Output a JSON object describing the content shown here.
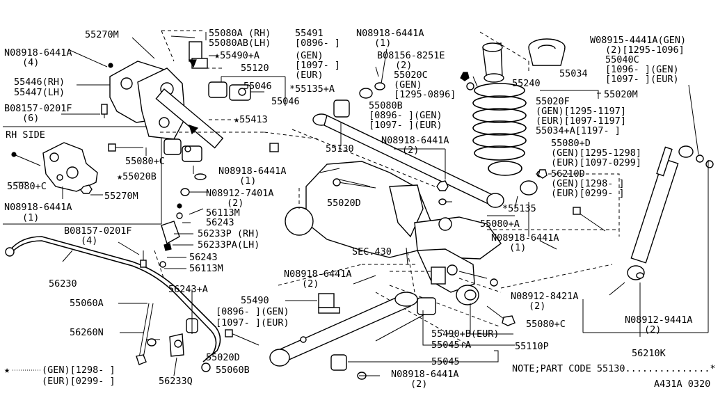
{
  "diagram_id": "A431A 0320",
  "side_box_title": "RH SIDE",
  "note": "NOTE;PART CODE 55130...............*",
  "star_note": {
    "star": "★",
    "line1": "(GEN)[1298-   ]",
    "line2": "(EUR)[0299-   ]"
  },
  "labels": {
    "p55270M_top": "55270M",
    "n08918_a": "N08918-6441A",
    "n08918_a_qty": "(4)",
    "p55446": "55446(RH)",
    "p55447": "55447(LH)",
    "b08157_a": "B08157-0201F",
    "b08157_a_qty": "(6)",
    "p55080c_box": "55080+C",
    "p55270M_box": "55270M",
    "n08918_box": "N08918-6441A",
    "n08918_box_qty": "(1)",
    "p55080a": "55080A (RH)",
    "p55080ab": "55080AB(LH)",
    "p55490a": "★55490+A",
    "p55120": "55120",
    "p55046_a": "55046",
    "p55046_b": "55046",
    "p55413": "★55413",
    "p55080c_mid": "55080+C",
    "p55020b": "★55020B",
    "p55491": "55491",
    "p55491_d1": "[0896-    ]",
    "p55491_d2": "(GEN)",
    "p55491_d3": "[1097-    ]",
    "p55491_d4": "(EUR)",
    "p55135a": "*55135+A",
    "n08918_b": "N08918-6441A",
    "n08918_b_qty": "(1)",
    "b08156": "B08156-8251E",
    "b08156_qty": "(2)",
    "p55020c": "55020C",
    "p55020c_d1": "(GEN)",
    "p55020c_d2": "[1295-0896]",
    "p55080b": "55080B",
    "p55080b_d1": "[0896-    ](GEN)",
    "p55080b_d2": "[1097-    ](EUR)",
    "p55240": "55240",
    "p55034": "55034",
    "w08915": "W08915-4441A(GEN)",
    "w08915_d1": "(2)[1295-1096]",
    "p55040c": "55040C",
    "p55040c_d1": "[1096-    ](GEN)",
    "p55040c_d2": "[1097-    ](EUR)",
    "p55020m": "55020M",
    "p55020f": "55020F",
    "p55020f_d1": "(GEN)[1295-1197]",
    "p55020f_d2": "(EUR)[1097-1197]",
    "p55034a": "55034+A[1197-   ]",
    "p55080d": "55080+D",
    "p55080d_d1": "(GEN)[1295-1298]",
    "p55080d_d2": "(EUR)[1097-0299]",
    "p56210d": "56210D",
    "p56210d_d1": "(GEN)[1298-    ]",
    "p56210d_d2": "(EUR)[0299-    ]",
    "p55130": "55130",
    "n08918_c": "N08918-6441A",
    "n08918_c_qty": "(2)",
    "n08918_d": "N08918-6441A",
    "n08918_d_qty": "(1)",
    "p55020d_top": "55020D",
    "n08912_a": "N08912-7401A",
    "n08912_a_qty": "(2)",
    "p56113m_a": "56113M",
    "p56243_a": "56243",
    "p56233p": "56233P  (RH)",
    "p56233pa": "56233PA(LH)",
    "p56243_b": "56243",
    "p56113m_b": "56113M",
    "b08157_b": "B08157-0201F",
    "b08157_b_qty": "(4)",
    "p56230": "56230",
    "p55135": "*55135",
    "p55080a_r": "55080+A",
    "n08918_e": "N08918-6441A",
    "n08918_e_qty": "(1)",
    "sec430": "SEC.430",
    "n08918_f": "N08918-6441A",
    "n08918_f_qty": "(2)",
    "p56243a": "56243+A",
    "p55060a": "55060A",
    "p55490": "55490",
    "p55490_d1": "[0896-    ](GEN)",
    "p55490_d2": "[1097-    ](EUR)",
    "n08912_b": "N08912-8421A",
    "n08912_b_qty": "(2)",
    "p56260n": "56260N",
    "p55490b": "55490+B(EUR)",
    "p55080c_low": "55080+C",
    "n08912_c": "N08912-9441A",
    "n08912_c_qty": "(2)",
    "p55045a": "55045+A",
    "p55110p": "55110P",
    "p55020d_low": "55020D",
    "p55060b": "55060B",
    "p55045": "55045",
    "p56233q": "56233Q",
    "n08918_g": "N08918-6441A",
    "n08918_g_qty": "(2)",
    "p56210k": "56210K"
  }
}
